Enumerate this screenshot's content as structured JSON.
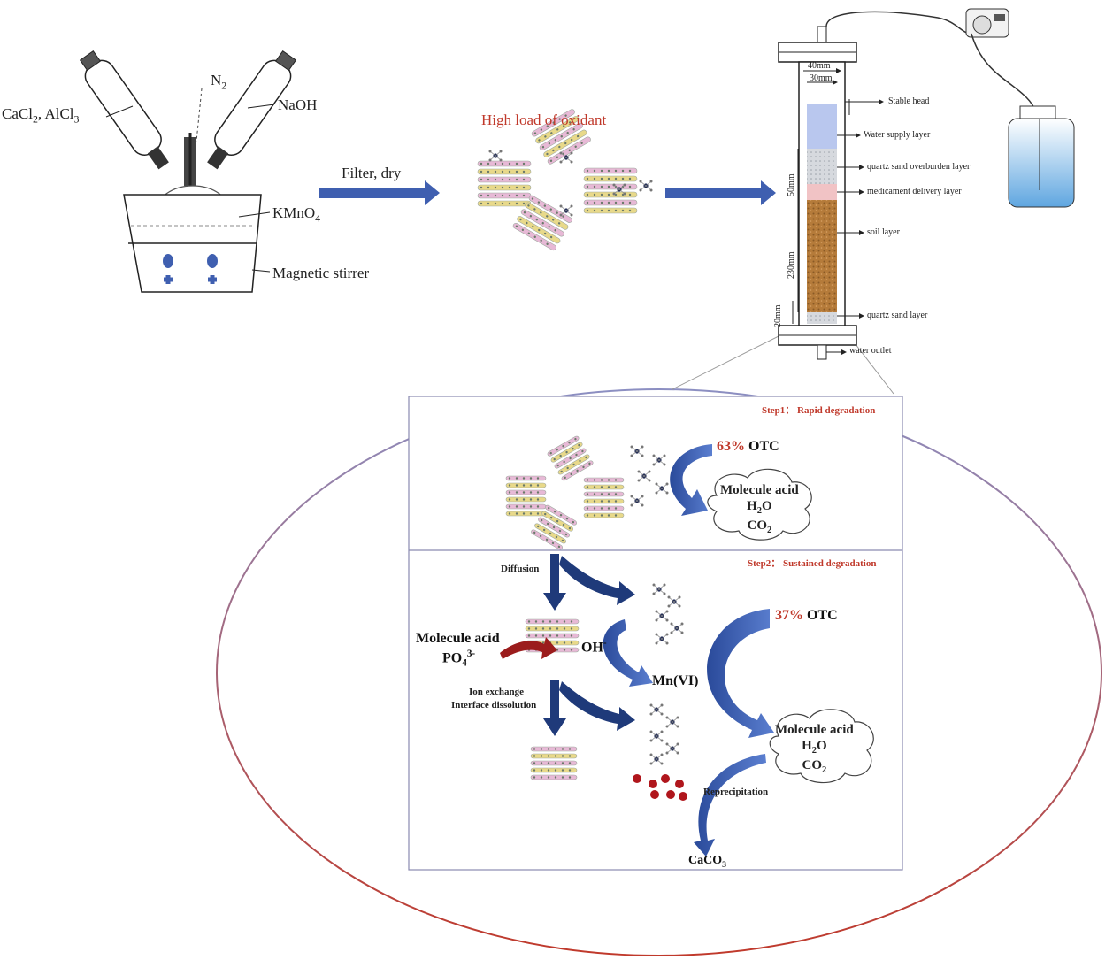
{
  "setup": {
    "reagents_main": "CaCl",
    "reagents_sub1": "2",
    "reagents_mid": ", AlCl",
    "reagents_sub2": "3",
    "n2_main": "N",
    "n2_sub": "2",
    "naoh": "NaOH",
    "kmno4_main": "KMnO",
    "kmno4_sub": "4",
    "stirrer": "Magnetic stirrer"
  },
  "process": {
    "filter_dry": "Filter, dry",
    "high_load": "High load of oxidant"
  },
  "column": {
    "dim_40": "40mm",
    "dim_30": "30mm",
    "dim_50": "50mm",
    "dim_230": "230mm",
    "dim_20": "20mm",
    "stable_head": "Stable head",
    "water_supply": "Water supply layer",
    "quartz_overburden": "quartz sand overburden layer",
    "medicament": "medicament delivery layer",
    "soil": "soil layer",
    "quartz_sand": "quartz sand layer",
    "water_outlet": "water outlet"
  },
  "step1": {
    "title": "Step1： Rapid degradation",
    "pct": "63%",
    "otc": "OTC",
    "prod1": "Molecule acid",
    "prod2_main": "H",
    "prod2_sub": "2",
    "prod2_end": "O",
    "prod3_main": "CO",
    "prod3_sub": "2"
  },
  "step2": {
    "title": "Step2： Sustained degradation",
    "diffusion": "Diffusion",
    "mol_acid": "Molecule acid",
    "po4_main": "PO",
    "po4_sub": "4",
    "po4_sup": "3-",
    "oh_main": "OH",
    "oh_sup": "-",
    "ion_exchange": "Ion exchange",
    "interface": "Interface dissolution",
    "mn": "Mn(VI)",
    "pct": "37%",
    "otc": "OTC",
    "prod1": "Molecule acid",
    "prod2_main": "H",
    "prod2_sub": "2",
    "prod2_end": "O",
    "prod3_main": "CO",
    "prod3_sub": "2",
    "reprecipitation": "Reprecipitation",
    "caco3_main": "CaCO",
    "caco3_sub": "3"
  },
  "colors": {
    "arrow_blue": "#3f5fb0",
    "arrow_dark": "#1f3a7a",
    "accent_red": "#c0392b",
    "ellipse_top": "#8c8fc2",
    "ellipse_bottom": "#c0392b",
    "soil": "#b57b3a",
    "water": "#b9c7ee",
    "pink_layer": "#f1c3c5"
  }
}
